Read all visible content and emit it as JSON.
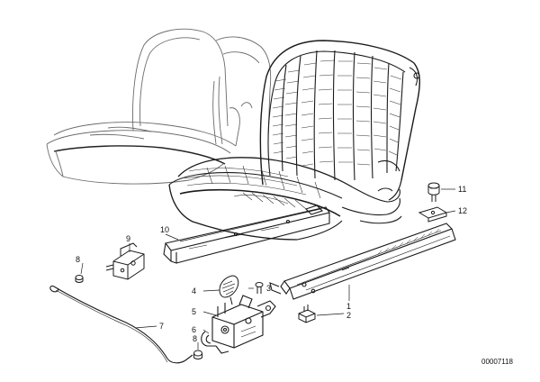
{
  "diagram": {
    "callouts": {
      "c1": "1",
      "c2": "2",
      "c3": "3",
      "c4": "4",
      "c5": "5",
      "c6": "6",
      "c7": "7",
      "c8": "8",
      "c9": "9",
      "c10": "10",
      "c11": "11",
      "c12": "12"
    },
    "catalog_number": "00007118",
    "colors": {
      "ink": "#1a1a1a",
      "faint": "#6a6a6a",
      "background": "#ffffff"
    }
  }
}
